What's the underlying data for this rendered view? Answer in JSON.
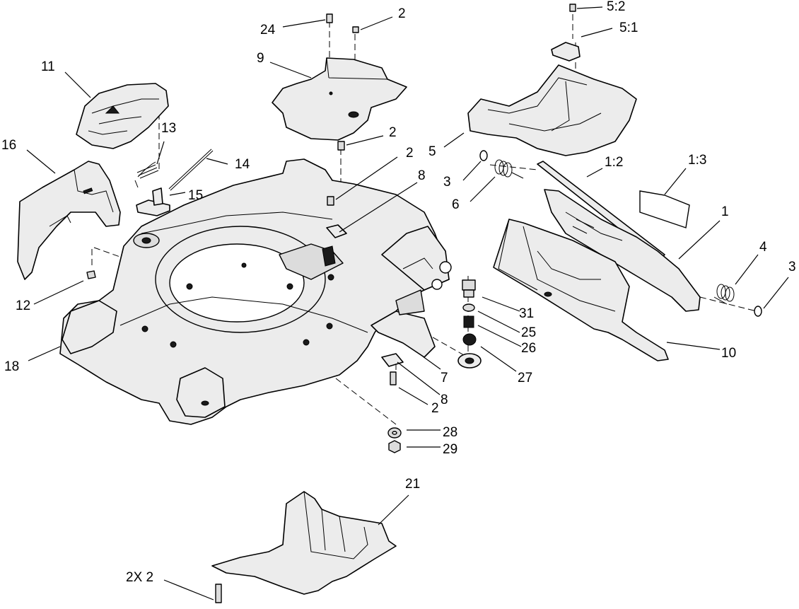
{
  "diagram": {
    "labels": [
      {
        "id": "l24",
        "text": "24"
      },
      {
        "id": "l2a",
        "text": "2"
      },
      {
        "id": "l52",
        "text": "5:2"
      },
      {
        "id": "l51",
        "text": "5:1"
      },
      {
        "id": "l11",
        "text": "11"
      },
      {
        "id": "l9",
        "text": "9"
      },
      {
        "id": "l13",
        "text": "13"
      },
      {
        "id": "l16",
        "text": "16"
      },
      {
        "id": "l14",
        "text": "14"
      },
      {
        "id": "l2b",
        "text": "2"
      },
      {
        "id": "l5",
        "text": "5"
      },
      {
        "id": "l2c",
        "text": "2"
      },
      {
        "id": "l12a",
        "text": "1:2"
      },
      {
        "id": "l13b",
        "text": "1:3"
      },
      {
        "id": "l3a",
        "text": "3"
      },
      {
        "id": "l15",
        "text": "15"
      },
      {
        "id": "l8a",
        "text": "8"
      },
      {
        "id": "l6",
        "text": "6"
      },
      {
        "id": "l1",
        "text": "1"
      },
      {
        "id": "l4",
        "text": "4"
      },
      {
        "id": "l3b",
        "text": "3"
      },
      {
        "id": "l12",
        "text": "12"
      },
      {
        "id": "l31",
        "text": "31"
      },
      {
        "id": "l25",
        "text": "25"
      },
      {
        "id": "l26",
        "text": "26"
      },
      {
        "id": "l10",
        "text": "10"
      },
      {
        "id": "l18",
        "text": "18"
      },
      {
        "id": "l7",
        "text": "7"
      },
      {
        "id": "l27",
        "text": "27"
      },
      {
        "id": "l8b",
        "text": "8"
      },
      {
        "id": "l2d",
        "text": "2"
      },
      {
        "id": "l28",
        "text": "28"
      },
      {
        "id": "l29",
        "text": "29"
      },
      {
        "id": "l21",
        "text": "21"
      },
      {
        "id": "l2x2",
        "text": "2X 2"
      }
    ]
  }
}
